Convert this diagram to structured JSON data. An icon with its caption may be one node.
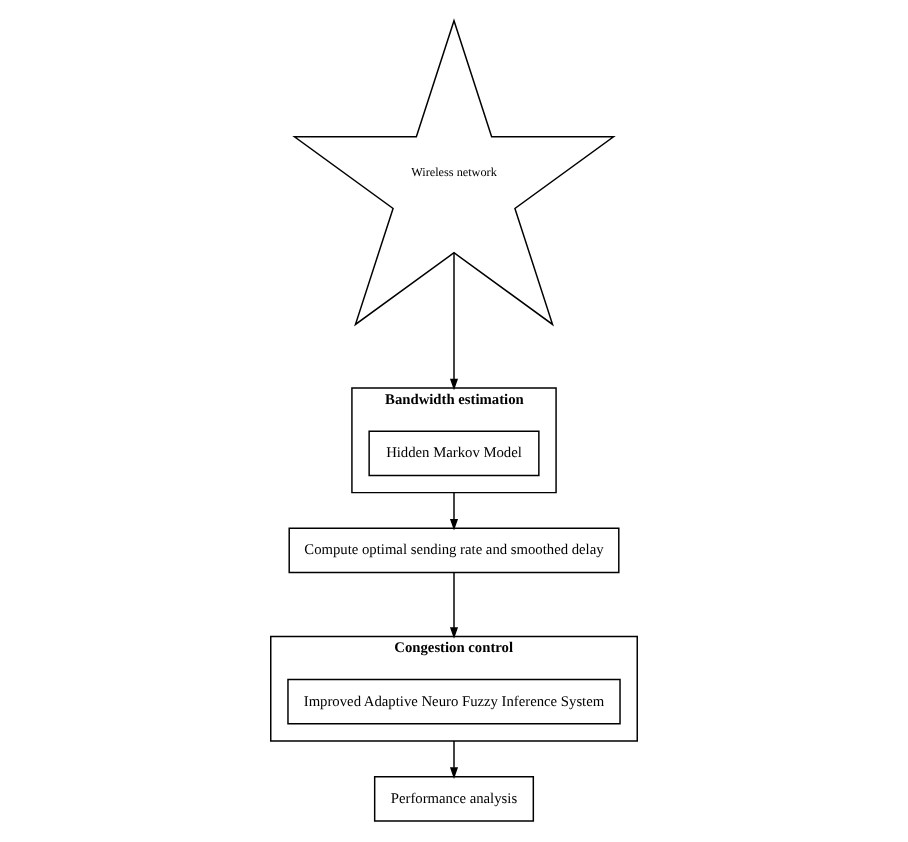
{
  "diagram": {
    "nodes": [
      {
        "text": [
          "Wireless network"
        ]
      },
      {
        "text": [
          "Bandwidth estimation"
        ]
      },
      {
        "text": [
          "Hidden Markov Model"
        ],
        "in": 1
      },
      {
        "text": [
          "Compute optimal sending rate and smoothed delay"
        ]
      },
      {
        "text": [
          "Congestion control"
        ]
      },
      {
        "text": [
          "Improved Adaptive Neuro Fuzzy Inference System"
        ],
        "in": 4
      },
      {
        "text": [
          "Performance analysis"
        ]
      }
    ],
    "edges": [
      {
        "from": 0,
        "to": 1,
        "arrow": "to"
      },
      {
        "from": 1,
        "to": 3,
        "arrow": "to"
      },
      {
        "from": 3,
        "to": 4,
        "arrow": "to"
      },
      {
        "from": 4,
        "to": 6,
        "arrow": "to"
      }
    ]
  }
}
